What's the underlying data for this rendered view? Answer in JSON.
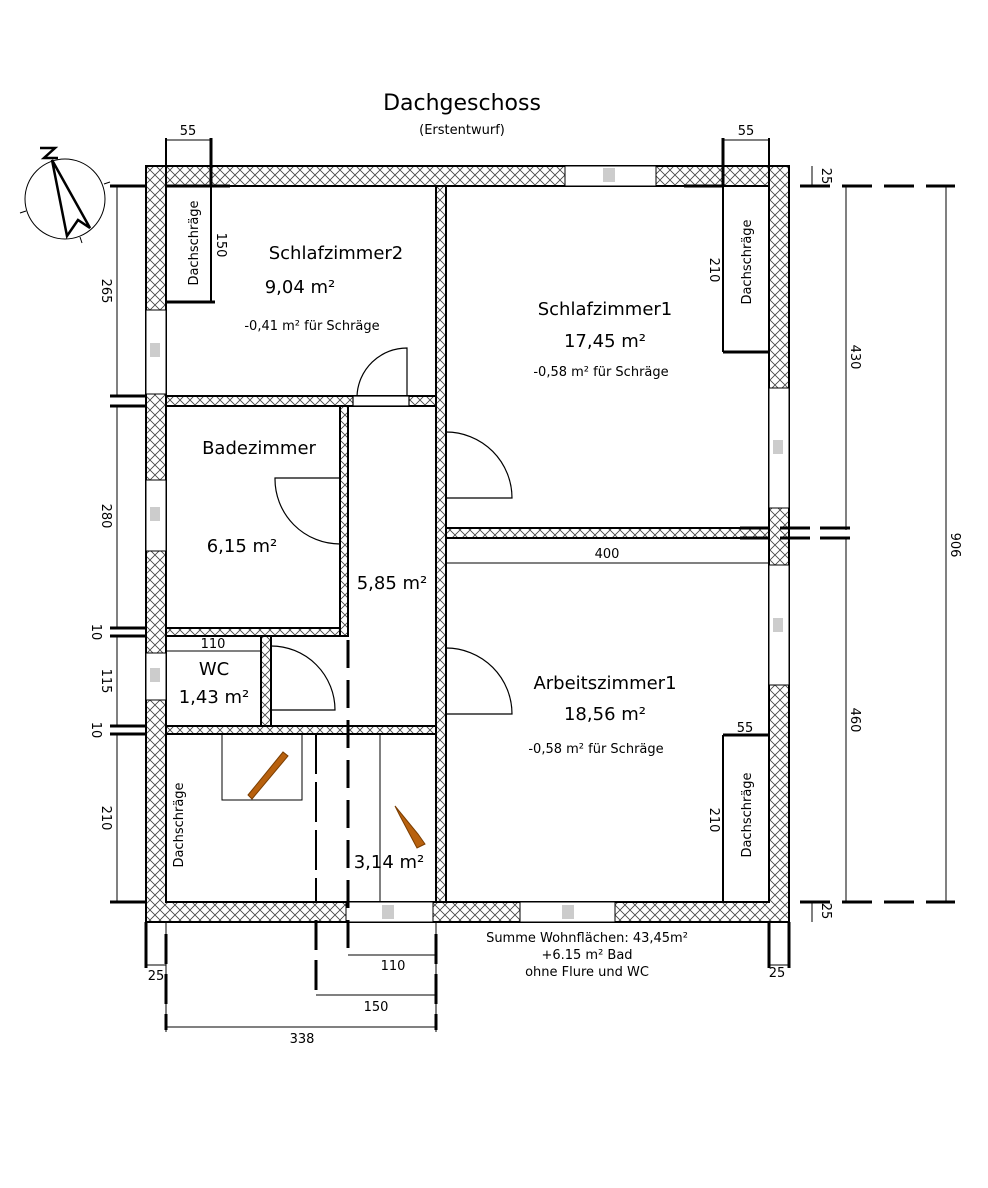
{
  "header": {
    "title": "Dachgeschoss",
    "subtitle": "(Erstentwurf)"
  },
  "compass": {
    "north_label": "N"
  },
  "rooms": {
    "schlafzimmer2": {
      "name": "Schlafzimmer2",
      "area": "9,04 m²",
      "note": "-0,41 m² für Schräge"
    },
    "schlafzimmer1": {
      "name": "Schlafzimmer1",
      "area": "17,45 m²",
      "note": "-0,58 m² für Schräge"
    },
    "badezimmer": {
      "name": "Badezimmer",
      "area": "6,15 m²"
    },
    "flur": {
      "area": "5,85 m²"
    },
    "wc": {
      "name": "WC",
      "area": "1,43 m²"
    },
    "arbeitszimmer1": {
      "name": "Arbeitszimmer1",
      "area": "18,56 m²",
      "note": "-0,58 m² für Schräge"
    },
    "treppe": {
      "area": "3,14 m²"
    }
  },
  "slope_label": "Dachschräge",
  "dimensions": {
    "top_left_55": "55",
    "top_right_55": "55",
    "right_25_top": "25",
    "left_265": "265",
    "slope_150": "150",
    "slope_210_top": "210",
    "right_430": "430",
    "right_906": "906",
    "left_280": "280",
    "left_10_a": "10",
    "left_115": "115",
    "left_10_b": "10",
    "left_210": "210",
    "mid_400": "400",
    "wc_110": "110",
    "slope_55_bottom": "55",
    "slope_210_bottom": "210",
    "right_460": "460",
    "right_25_bottom": "25",
    "bottom_25_left": "25",
    "bottom_25_right": "25",
    "bottom_110": "110",
    "bottom_150": "150",
    "bottom_338": "338"
  },
  "summary": {
    "line1": "Summe Wohnflächen: 43,45m²",
    "line2": "+6.15 m² Bad",
    "line3": "ohne Flure und WC"
  }
}
